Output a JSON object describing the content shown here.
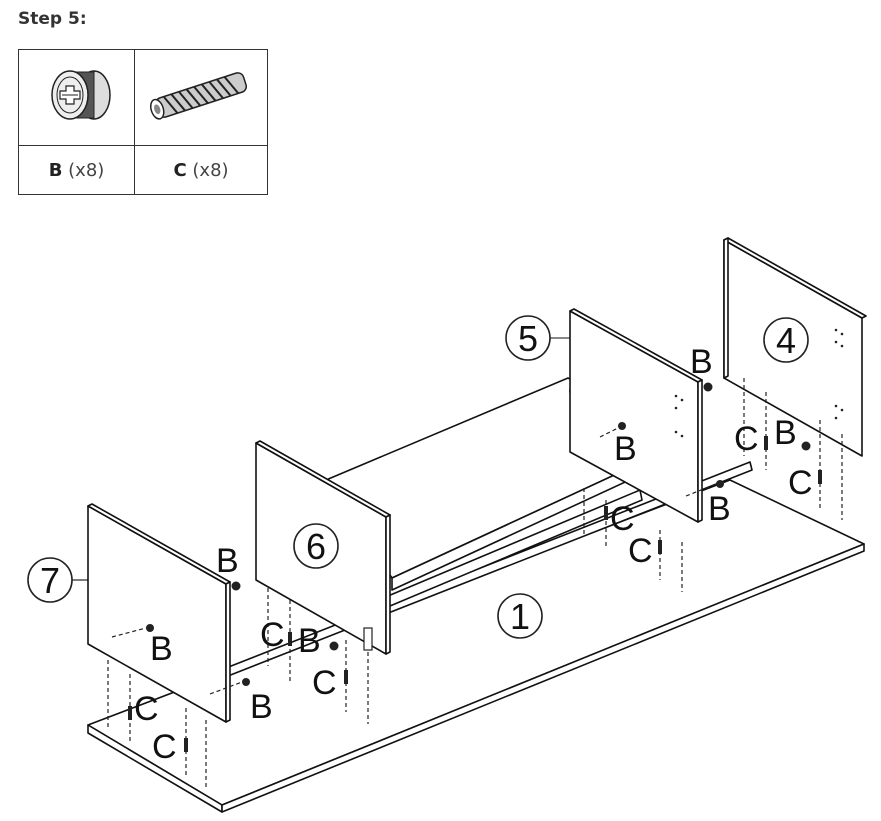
{
  "step": {
    "title": "Step 5:"
  },
  "parts": [
    {
      "letter": "B",
      "qty": "(x8)",
      "icon": "cam-lock-icon"
    },
    {
      "letter": "C",
      "qty": "(x8)",
      "icon": "wooden-dowel-icon"
    }
  ],
  "panels": [
    "1",
    "4",
    "5",
    "6",
    "7"
  ],
  "callouts": {
    "cam": "B",
    "dowel": "C"
  }
}
